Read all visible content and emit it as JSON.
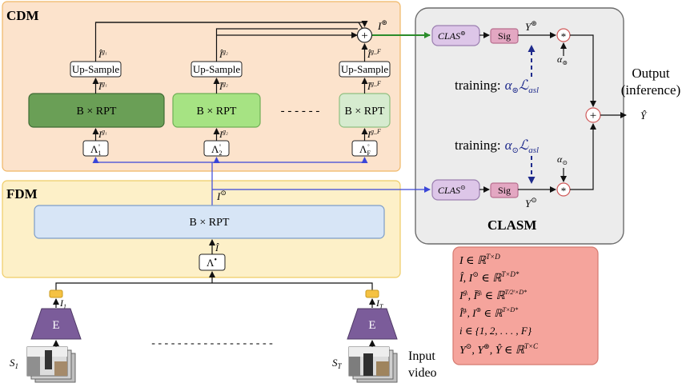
{
  "cdm": {
    "title": "CDM",
    "upsample_label": "Up-Sample",
    "rpt_label": "B × RPT",
    "dots": "- - - - - -",
    "branches": [
      {
        "hat": "Î",
        "hat_sup": "g₁",
        "bar": "Ī",
        "bar_sup": "g₁",
        "in": "I",
        "in_sup": "g₁",
        "lambda": "Λ",
        "lambda_sub": "1",
        "lambda_sup": "◦"
      },
      {
        "hat": "Î",
        "hat_sup": "g₂",
        "bar": "Ī",
        "bar_sup": "g₂",
        "in": "I",
        "in_sup": "g₂",
        "lambda": "Λ",
        "lambda_sub": "2",
        "lambda_sup": "◦"
      },
      {
        "hat": "Î",
        "hat_sup": "g_F",
        "bar": "Ī",
        "bar_sup": "g_F",
        "in": "I",
        "in_sup": "g_F",
        "lambda": "Λ",
        "lambda_sub": "F",
        "lambda_sup": "◦"
      }
    ],
    "sum_symbol": "+",
    "output_label": "I",
    "output_sup": "⊚"
  },
  "fdm": {
    "title": "FDM",
    "rpt_label": "B × RPT",
    "hat_label": "Î",
    "lambda_label": "Λ",
    "lambda_sup": "•",
    "output_label": "I",
    "output_sup": "⊙"
  },
  "clasm": {
    "title": "CLASM",
    "clas_label": "CLAS",
    "clas_top_sup": "⊚",
    "clas_bot_sup": "⊙",
    "sig_label": "Sig",
    "y_top": "Y",
    "y_top_sup": "⊚",
    "y_bot": "Y",
    "y_bot_sup": "⊙",
    "mult_symbol": "*",
    "alpha_top": "α",
    "alpha_top_sub": "⊚",
    "alpha_bot": "α",
    "alpha_bot_sub": "⊙",
    "training_label": "training:",
    "training_alpha": "α",
    "training_top_sub": "⊚",
    "training_bot_sub": "⊙",
    "training_loss": "ℒ",
    "training_loss_sub": "asl"
  },
  "output": {
    "line1": "Output",
    "line2": "(inference)",
    "sum_symbol": "+",
    "y_hat": "Ŷ"
  },
  "encoder": {
    "label": "E",
    "left_out": "I",
    "left_out_sub": "1",
    "right_out": "I",
    "right_out_sub": "T",
    "left_in": "S",
    "left_in_sub": "1",
    "right_in": "S",
    "right_in_sub": "T",
    "dashes": "- - - - - - - - - - - - - - - - - - -",
    "input_line1": "Input",
    "input_line2": "video"
  },
  "legend": {
    "rows": [
      "I ∈ ℝ",
      "Î, I",
      "I",
      "Î",
      "i ∈ {1, 2, . . . , F}",
      "Y"
    ],
    "row1_sup": "T×D",
    "row2_mid": "⊙",
    "row2_rest": " ∈ ℝ",
    "row2_sup": "T×D*",
    "row3_sup1": "gᵢ",
    "row3_mid": ", Ī",
    "row3_sup2": "gᵢ",
    "row3_rest": " ∈ ℝ",
    "row3_sup3": "T/2ⁱ×D*",
    "row4_sup1": "gᵢ",
    "row4_mid": ", I",
    "row4_sup2": "⊚",
    "row4_rest": " ∈ ℝ",
    "row4_sup3": "T×D*",
    "row6_sup1": "⊙",
    "row6_mid": ", Y",
    "row6_sup2": "⊚",
    "row6_mid2": ", Ŷ ∈ ℝ",
    "row6_sup3": "T×C"
  },
  "colors": {
    "cdm_fill": "#fce3cc",
    "cdm_stroke": "#f0b766",
    "fdm_fill": "#fdf0c8",
    "fdm_stroke": "#efcc66",
    "clasm_fill": "#ececec",
    "clasm_stroke": "#6c6c6c",
    "rpt1": "#6a9f56",
    "rpt2": "#a6e383",
    "rpt3": "#d6ebcf",
    "fdm_rpt": "#d7e5f6",
    "fdm_rpt_stroke": "#7c9cc9",
    "clas_fill": "#ddc6e8",
    "sig_fill": "#e3a7c2",
    "encoder_fill": "#7b5c9a",
    "legend_fill": "#f5a49c",
    "blue_arrow": "#3a46d8",
    "green_arrow": "#2b8c2b",
    "dash_blue": "#1e2a8c"
  }
}
